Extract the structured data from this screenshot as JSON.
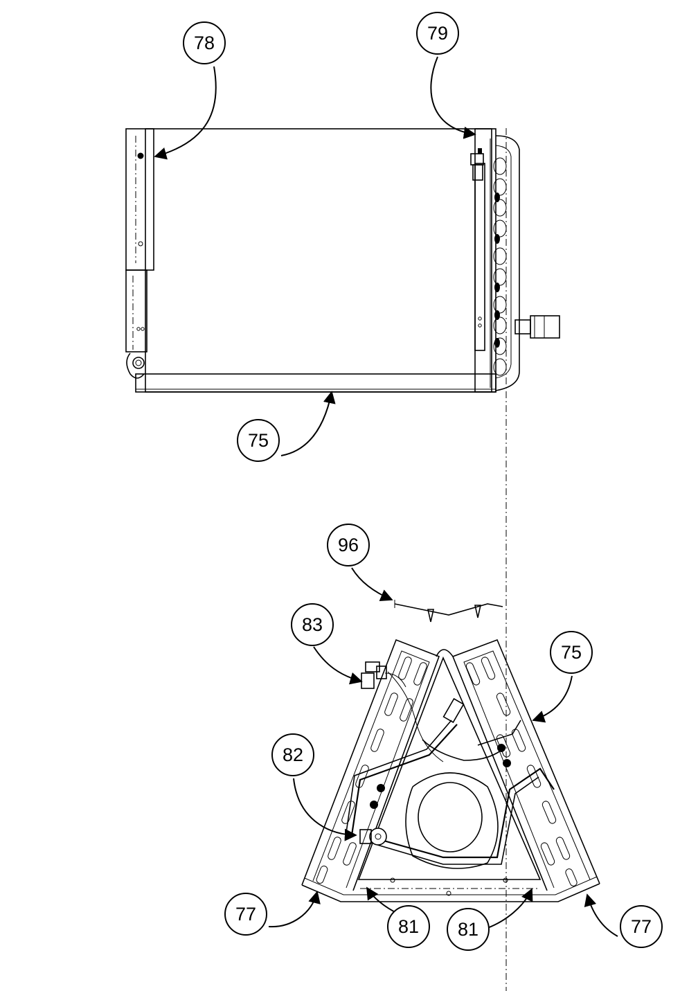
{
  "callouts": {
    "c78": "78",
    "c79": "79",
    "c75_top": "75",
    "c96": "96",
    "c83": "83",
    "c75_bottom": "75",
    "c82": "82",
    "c77_left": "77",
    "c81_left": "81",
    "c81_right": "81",
    "c77_right": "77"
  }
}
